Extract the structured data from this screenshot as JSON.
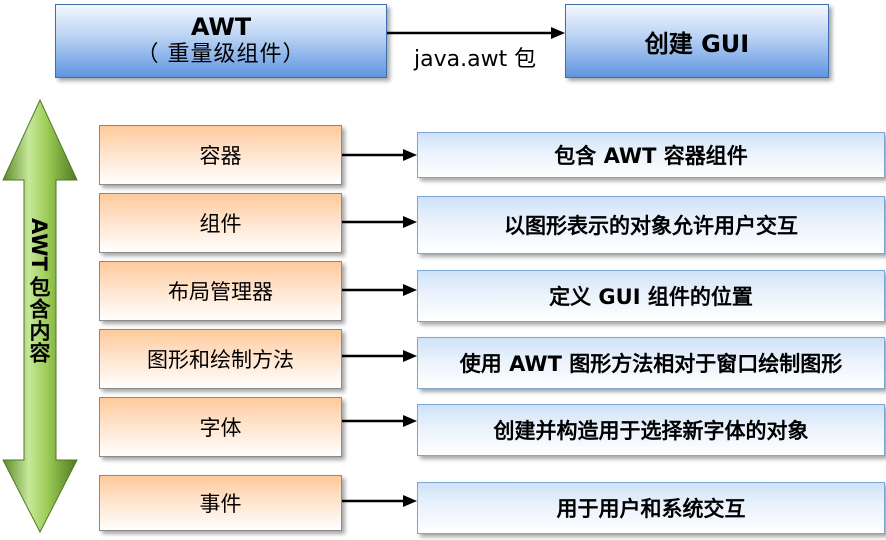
{
  "top": {
    "awt_title": "AWT",
    "awt_subtitle": "（ 重量级组件）",
    "arrow_label": "java.awt 包",
    "gui_title": "创建 GUI"
  },
  "side": {
    "label_latin": "AWT",
    "label_cjk": "包含内容"
  },
  "rows": [
    {
      "item": "容器",
      "description": "包含 AWT 容器组件"
    },
    {
      "item": "组件",
      "description": "以图形表示的对象允许用户交互"
    },
    {
      "item": "布局管理器",
      "description": "定义 GUI 组件的位置"
    },
    {
      "item": "图形和绘制方法",
      "description": "使用 AWT 图形方法相对于窗口绘制图形"
    },
    {
      "item": "字体",
      "description": "创建并构造用于选择新字体的对象"
    },
    {
      "item": "事件",
      "description": "用于用户和系统交互"
    }
  ],
  "colors": {
    "top_box": "#5f95e0",
    "left_box": "#ffc99a",
    "right_box": "#cfe2f8",
    "double_arrow": "#9ccc55",
    "arrow": "#000000"
  }
}
